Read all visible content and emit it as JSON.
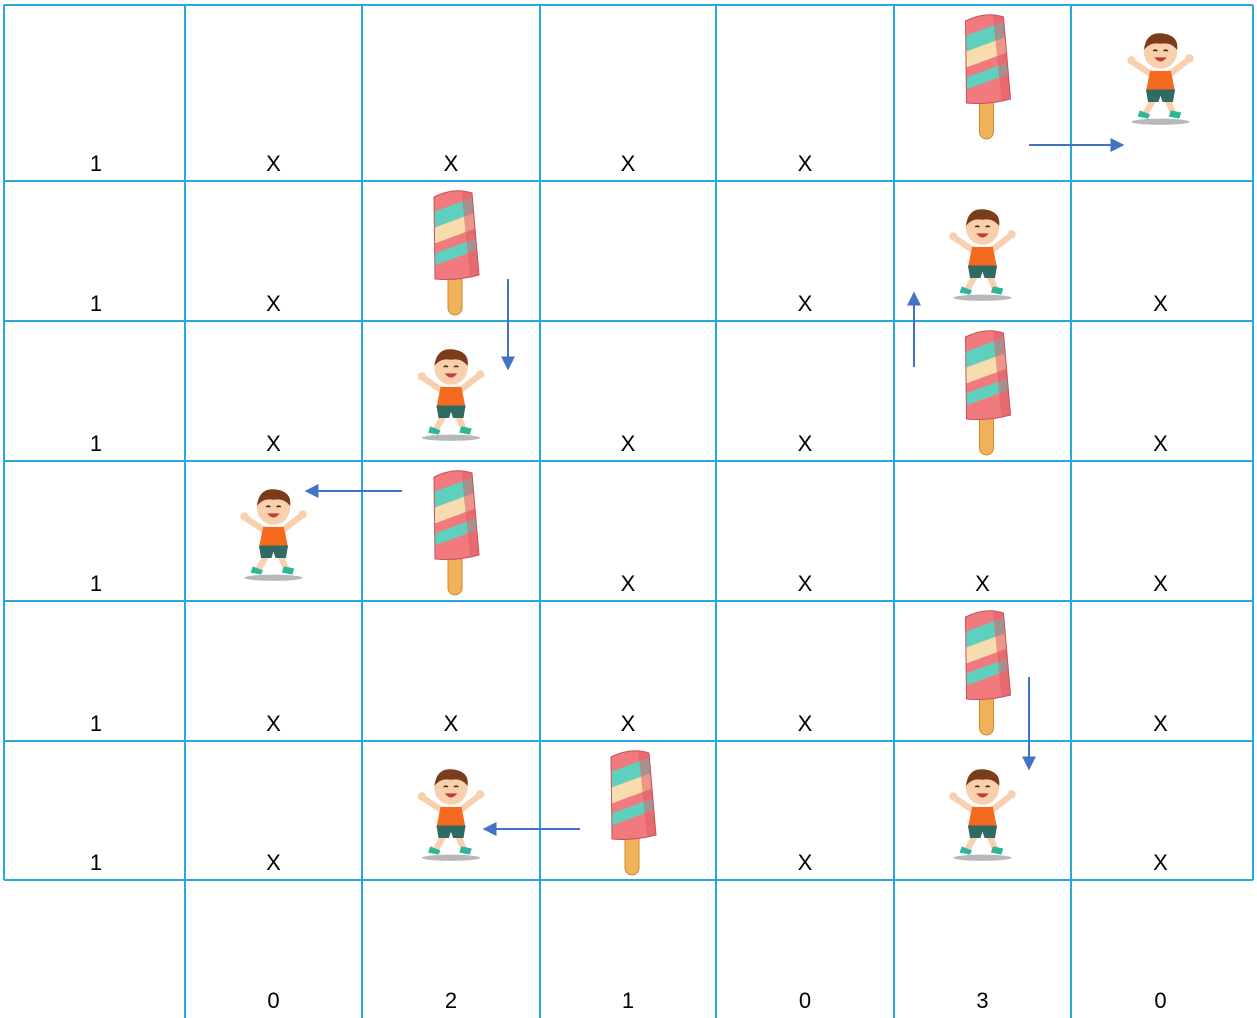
{
  "puzzle": {
    "row_clues": [
      "1",
      "1",
      "1",
      "1",
      "1",
      "1"
    ],
    "column_clues": [
      "0",
      "2",
      "1",
      "0",
      "3",
      "0"
    ],
    "grid": [
      [
        "X",
        "X",
        "X",
        "X",
        "ice-cream",
        "child"
      ],
      [
        "X",
        "ice-cream",
        "",
        "X",
        "child",
        "X"
      ],
      [
        "X",
        "child",
        "X",
        "X",
        "ice-cream",
        "X"
      ],
      [
        "child",
        "ice-cream",
        "X",
        "X",
        "X",
        "X"
      ],
      [
        "X",
        "X",
        "X",
        "X",
        "ice-cream",
        "X"
      ],
      [
        "X",
        "child",
        "ice-cream",
        "X",
        "child",
        "X"
      ]
    ],
    "arrows": [
      {
        "from": [
          0,
          4
        ],
        "to": [
          0,
          5
        ],
        "dir": "right"
      },
      {
        "from": [
          1,
          1
        ],
        "to": [
          2,
          1
        ],
        "dir": "down"
      },
      {
        "from": [
          2,
          4
        ],
        "to": [
          1,
          4
        ],
        "dir": "up"
      },
      {
        "from": [
          3,
          1
        ],
        "to": [
          3,
          0
        ],
        "dir": "left"
      },
      {
        "from": [
          4,
          4
        ],
        "to": [
          5,
          4
        ],
        "dir": "down"
      },
      {
        "from": [
          5,
          2
        ],
        "to": [
          5,
          1
        ],
        "dir": "left"
      }
    ]
  },
  "colors": {
    "grid_line": "#2aa6e0",
    "arrow": "#4472c4",
    "text": "#000000",
    "popsicle_pink": "#f07a7e",
    "popsicle_teal": "#5fd0be",
    "popsicle_cream": "#f7dcae",
    "popsicle_stick": "#f0b25a",
    "child_shirt": "#f46a1f",
    "child_shorts": "#2f6b63",
    "child_skin": "#f8d0ae",
    "child_hair": "#7b3c1c"
  },
  "icons": {
    "ice-cream": "popsicle-icon",
    "child": "child-icon"
  }
}
